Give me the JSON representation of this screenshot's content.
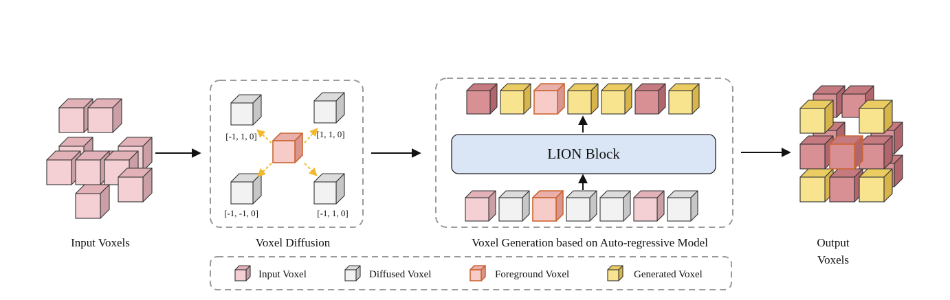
{
  "colors": {
    "input": [
      "#f4d0d4",
      "#e3b2b8",
      "#caa0a6"
    ],
    "diffused": [
      "#f2f2f2",
      "#dcdcdc",
      "#c7c7c7"
    ],
    "foreground": [
      "#f6cbc8",
      "#e9b0ab",
      "#d9968f"
    ],
    "generated": [
      "#f8e38e",
      "#ebcc62",
      "#d8b54a"
    ],
    "red": [
      "#d99095",
      "#c57a80",
      "#b0666c"
    ],
    "lion_fill": "#dae6f5",
    "foreground_edge": "#cc6633",
    "arrow_dashed": "#f2b82e"
  },
  "panels": {
    "input": {
      "caption": "Input Voxels"
    },
    "diffusion": {
      "caption": "Voxel Diffusion",
      "coords": [
        "[-1, 1, 0]",
        "[1, 1, 0]",
        "[-1, -1, 0]",
        "[-1, 1, 0]"
      ]
    },
    "generation": {
      "caption": "Voxel Generation based on Auto-regressive Model",
      "block_label": "LION Block"
    },
    "output": {
      "caption_line1": "Output",
      "caption_line2": "Voxels"
    }
  },
  "legend": {
    "input": "Input Voxel",
    "diffused": "Diffused Voxel",
    "foreground": "Foreground Voxel",
    "generated": "Generated Voxel"
  }
}
